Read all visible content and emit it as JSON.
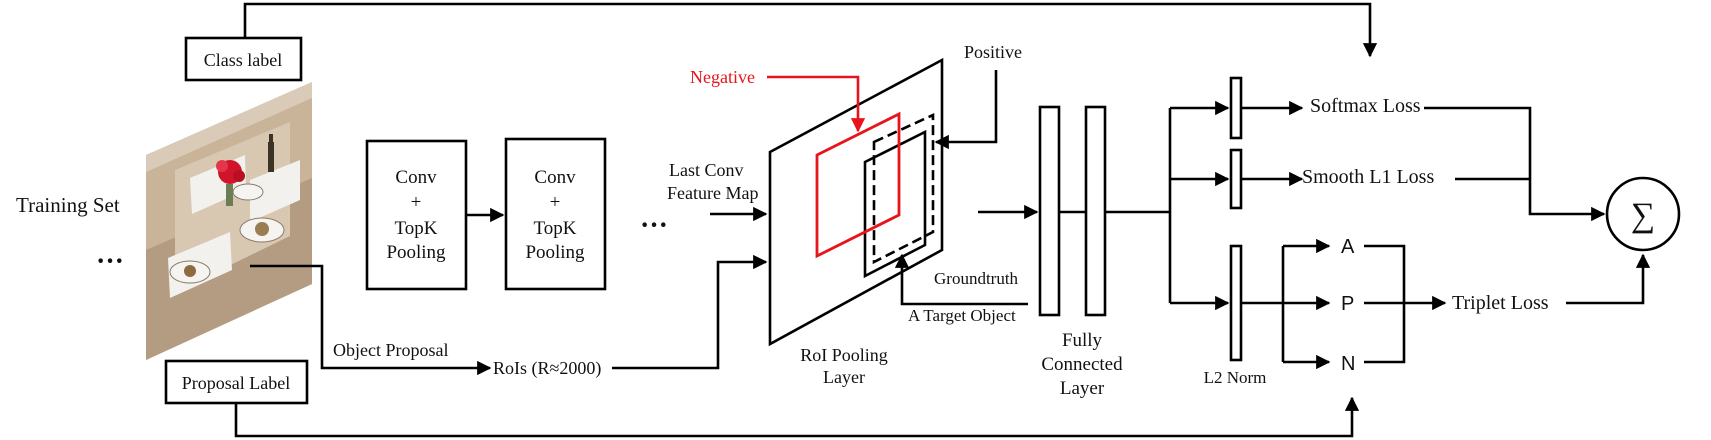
{
  "colors": {
    "line": "#000000",
    "negative": "#e8141b",
    "photo_table": "#c9b49a",
    "photo_cloth": "#f3f1ee",
    "photo_flower": "#d0142a"
  },
  "labels": {
    "class_label": "Class label",
    "training_set": "Training Set",
    "ellipsis": "···",
    "proposal_label": "Proposal Label",
    "object_proposal": "Object Proposal",
    "rois": "RoIs (R≈2000)",
    "conv_block": [
      "Conv",
      "+",
      "TopK",
      "Pooling"
    ],
    "last_conv": [
      "Last Conv",
      "Feature Map"
    ],
    "negative": "Negative",
    "positive": "Positive",
    "groundtruth": "Groundtruth",
    "target_object": "A Target Object",
    "roi_pooling": [
      "RoI Pooling",
      "Layer"
    ],
    "fully_connected": [
      "Fully",
      "Connected",
      "Layer"
    ],
    "l2_norm": "L2 Norm",
    "softmax_loss": "Softmax Loss",
    "smooth_l1_loss": "Smooth L1 Loss",
    "triplet_loss": "Triplet Loss",
    "anchor": "A",
    "positive_short": "P",
    "negative_short": "N",
    "sum_symbol": "∑"
  }
}
